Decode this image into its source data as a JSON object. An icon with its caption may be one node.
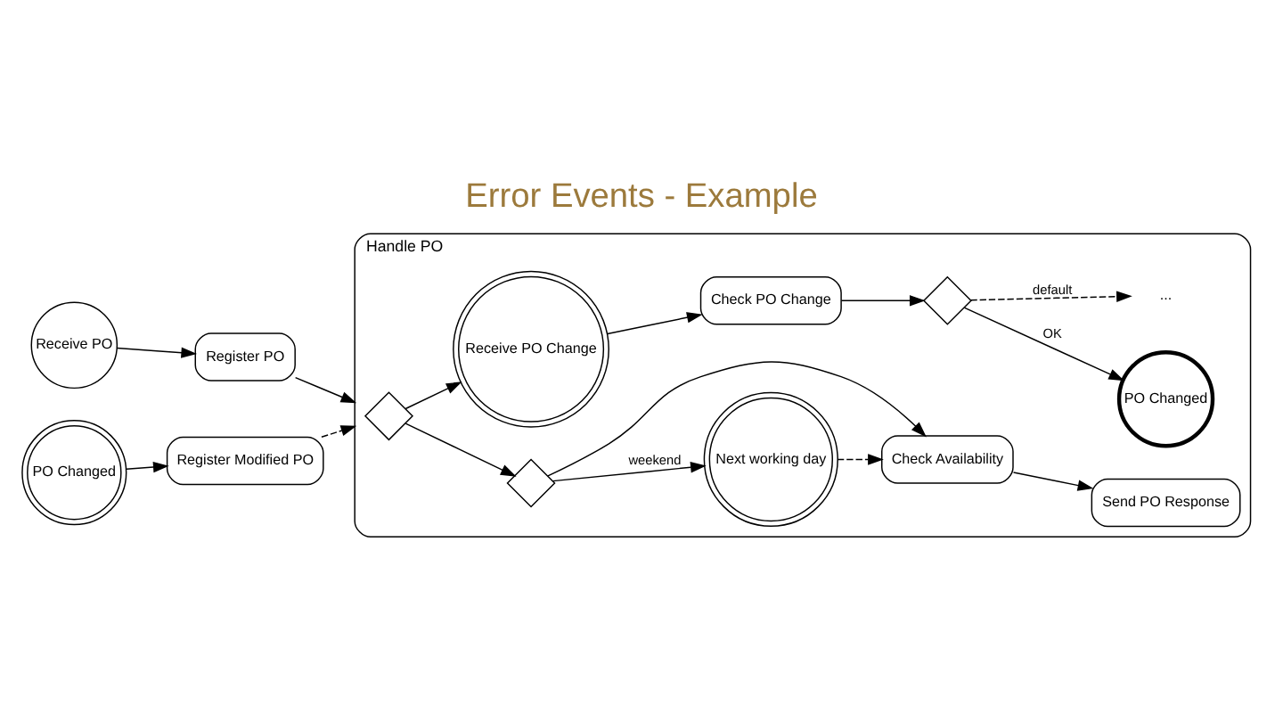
{
  "diagram": {
    "title": "Error Events - Example",
    "nodes": [
      {
        "text": [
          "Receive PO"
        ]
      },
      {
        "text": [
          "Register PO"
        ]
      },
      {
        "text": [
          "Handle PO"
        ]
      },
      {
        "text": [],
        "shape": "diamond",
        "in": 2
      },
      {
        "text": [],
        "shape": "diamond",
        "in": 2
      },
      {
        "text": [
          "Next working day"
        ],
        "in": 2
      },
      {
        "text": [
          "Check Availability"
        ],
        "in": 2
      },
      {
        "text": [
          "Send PO Response"
        ],
        "in": 2
      },
      {
        "text": [
          "Receive PO Change"
        ],
        "in": 2
      },
      {
        "text": [
          "Check PO Change"
        ],
        "in": 2
      },
      {
        "text": [],
        "shape": "diamond",
        "in": 2
      },
      {
        "text": [
          "PO Changed"
        ],
        "in": 2
      },
      {
        "text": [
          "..."
        ],
        "in": 2
      },
      {
        "text": [
          "PO Changed"
        ]
      },
      {
        "text": [
          "Register Modified PO"
        ]
      }
    ],
    "edges": [
      {
        "from": 0,
        "to": 1,
        "arrow": "to"
      },
      {
        "from": 1,
        "to": 2,
        "arrow": "to"
      },
      {
        "from": 3,
        "to": 4,
        "arrow": "to"
      },
      {
        "from": 4,
        "to": 5,
        "arrow": "to",
        "label": "weekend"
      },
      {
        "from": 4,
        "to": 6,
        "arrow": "to"
      },
      {
        "from": 5,
        "to": 6,
        "arrow": "to",
        "style": "dashed"
      },
      {
        "from": 6,
        "to": 7,
        "arrow": "to"
      },
      {
        "from": 3,
        "to": 8,
        "arrow": "to"
      },
      {
        "from": 8,
        "to": 9,
        "arrow": "to"
      },
      {
        "from": 9,
        "to": 10,
        "arrow": "to"
      },
      {
        "from": 10,
        "to": 11,
        "arrow": "to",
        "label": "OK"
      },
      {
        "from": 10,
        "to": 12,
        "arrow": "to",
        "label": "default",
        "style": "dashed"
      },
      {
        "from": 13,
        "to": 14,
        "arrow": "to"
      },
      {
        "from": 14,
        "to": 2,
        "arrow": "to",
        "style": "dashed"
      }
    ]
  }
}
